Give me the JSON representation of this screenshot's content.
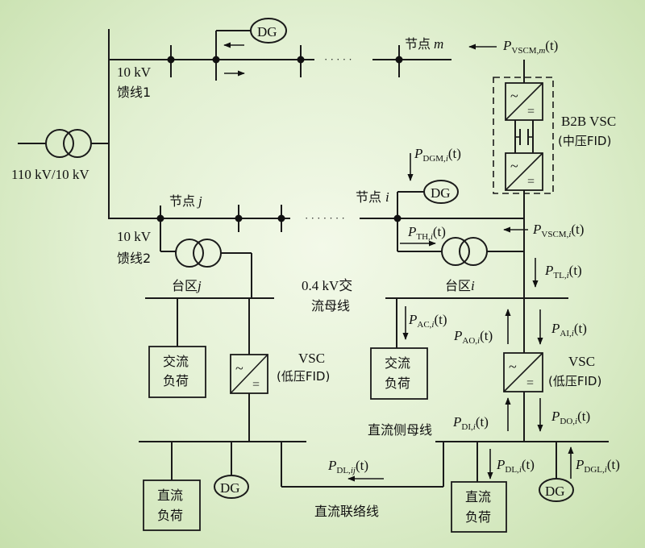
{
  "labels": {
    "transformer_main": "110 kV/10 kV",
    "feeder1_kv": "10 kV",
    "feeder1_name": "馈线1",
    "feeder2_kv": "10 kV",
    "feeder2_name": "馈线2",
    "dg": "DG",
    "node_m": "节点",
    "node_m_var": "m",
    "node_j": "节点",
    "node_j_var": "j",
    "node_i": "节点",
    "node_i_var": "i",
    "ellipsis1": "· · · · ·",
    "ellipsis2": "· · · · · · ·",
    "b2b_title": "B2B VSC",
    "b2b_sub": "(中压FID)",
    "district_j": "台区",
    "district_j_var": "j",
    "district_i": "台区",
    "district_i_var": "i",
    "ac_bus_1": "0.4 kV交",
    "ac_bus_2": "流母线",
    "ac_load_1": "交流",
    "ac_load_2": "负荷",
    "vsc": "VSC",
    "vsc_sub": "(低压FID)",
    "dc_bus": "直流侧母线",
    "dc_load_1": "直流",
    "dc_load_2": "负荷",
    "dc_tie": "直流联络线",
    "tilde": "~",
    "eq": "="
  },
  "powers": {
    "P_VSCM_m": {
      "main": "P",
      "sub": "VSCM,",
      "subvar": "m",
      "arg": "(t)"
    },
    "P_DGM_i": {
      "main": "P",
      "sub": "DGM,",
      "subvar": "i",
      "arg": "(t)"
    },
    "P_TH_i": {
      "main": "P",
      "sub": "TH,",
      "subvar": "i",
      "arg": "(t)"
    },
    "P_VSCM_i": {
      "main": "P",
      "sub": "VSCM,",
      "subvar": "i",
      "arg": "(t)"
    },
    "P_TL_i": {
      "main": "P",
      "sub": "TL,",
      "subvar": "i",
      "arg": "(t)"
    },
    "P_AC_i": {
      "main": "P",
      "sub": "AC,",
      "subvar": "i",
      "arg": "(t)"
    },
    "P_AO_i": {
      "main": "P",
      "sub": "AO,",
      "subvar": "i",
      "arg": "(t)"
    },
    "P_AI_i": {
      "main": "P",
      "sub": "AI,",
      "subvar": "i",
      "arg": "(t)"
    },
    "P_DI_i": {
      "main": "P",
      "sub": "DI,",
      "subvar": "i",
      "arg": "(t)"
    },
    "P_DO_i": {
      "main": "P",
      "sub": "DO,",
      "subvar": "i",
      "arg": "(t)"
    },
    "P_DL_ij": {
      "main": "P",
      "sub": "DL,",
      "subvar": "ij",
      "arg": "(t)"
    },
    "P_DL_i": {
      "main": "P",
      "sub": "DL,",
      "subvar": "i",
      "arg": "(t)"
    },
    "P_DGL_i": {
      "main": "P",
      "sub": "DGL,",
      "subvar": "i",
      "arg": "(t)"
    }
  }
}
